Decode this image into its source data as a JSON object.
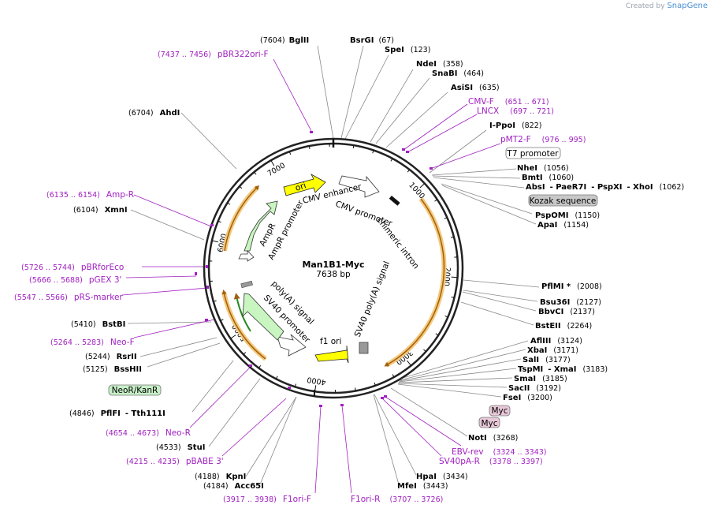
{
  "credit": {
    "prefix": "Created by",
    "brand": "SnapGene"
  },
  "plasmid": {
    "name": "Man1B1-Myc",
    "size": "7638 bp"
  },
  "scale_ticks": [
    "1000",
    "2000",
    "3000",
    "4000",
    "5000",
    "6000",
    "7000"
  ],
  "enzymes": [
    {
      "name": "BglII",
      "pos": "(7604)"
    },
    {
      "name": "BsrGI",
      "pos": "(67)"
    },
    {
      "name": "SpeI",
      "pos": "(123)"
    },
    {
      "name": "NdeI",
      "pos": "(358)"
    },
    {
      "name": "SnaBI",
      "pos": "(464)"
    },
    {
      "name": "AsiSI",
      "pos": "(635)"
    },
    {
      "name": "I-PpoI",
      "pos": "(822)"
    },
    {
      "name": "NheI",
      "pos": "(1056)"
    },
    {
      "name": "BmtI",
      "pos": "(1060)"
    },
    {
      "name": "AbsI",
      "pos": ""
    },
    {
      "name": "- PaeR7I",
      "pos": ""
    },
    {
      "name": "- PspXI",
      "pos": ""
    },
    {
      "name": "- XhoI",
      "pos": "(1062)"
    },
    {
      "name": "PspOMI",
      "pos": "(1150)"
    },
    {
      "name": "ApaI",
      "pos": "(1154)"
    },
    {
      "name": "PflMI *",
      "pos": "(2008)"
    },
    {
      "name": "Bsu36I",
      "pos": "(2127)"
    },
    {
      "name": "BbvCI",
      "pos": "(2137)"
    },
    {
      "name": "BstEII",
      "pos": "(2264)"
    },
    {
      "name": "AflIII",
      "pos": "(3124)"
    },
    {
      "name": "XbaI",
      "pos": "(3171)"
    },
    {
      "name": "SalI",
      "pos": "(3177)"
    },
    {
      "name": "TspMI",
      "pos": ""
    },
    {
      "name": "- XmaI",
      "pos": "(3183)"
    },
    {
      "name": "SmaI",
      "pos": "(3185)"
    },
    {
      "name": "SacII",
      "pos": "(3192)"
    },
    {
      "name": "FseI",
      "pos": "(3200)"
    },
    {
      "name": "NotI",
      "pos": "(3268)"
    },
    {
      "name": "HpaI",
      "pos": "(3434)"
    },
    {
      "name": "MfeI",
      "pos": "(3443)"
    },
    {
      "name": "KpnI",
      "pos": "(4188)"
    },
    {
      "name": "Acc65I",
      "pos": "(4184)"
    },
    {
      "name": "StuI",
      "pos": "(4533)"
    },
    {
      "name": "PflFI",
      "pos": "(4846)"
    },
    {
      "name": "- Tth111I",
      "pos": ""
    },
    {
      "name": "BssHII",
      "pos": "(5125)"
    },
    {
      "name": "RsrII",
      "pos": "(5244)"
    },
    {
      "name": "BstBI",
      "pos": "(5410)"
    },
    {
      "name": "XmnI",
      "pos": "(6104)"
    },
    {
      "name": "AhdI",
      "pos": "(6704)"
    }
  ],
  "primers": [
    {
      "name": "pBR322ori-F",
      "range": "(7437 .. 7456)"
    },
    {
      "name": "CMV-F",
      "range": "(651 .. 671)"
    },
    {
      "name": "LNCX",
      "range": "(697 .. 721)"
    },
    {
      "name": "pMT2-F",
      "range": "(976 .. 995)"
    },
    {
      "name": "EBV-rev",
      "range": "(3324 .. 3343)"
    },
    {
      "name": "SV40pA-R",
      "range": "(3378 .. 3397)"
    },
    {
      "name": "F1ori-R",
      "range": "(3707 .. 3726)"
    },
    {
      "name": "F1ori-F",
      "range": "(3917 .. 3938)"
    },
    {
      "name": "pBABE 3'",
      "range": "(4215 .. 4235)"
    },
    {
      "name": "Neo-R",
      "range": "(4654 .. 4673)"
    },
    {
      "name": "Neo-F",
      "range": "(5264 .. 5283)"
    },
    {
      "name": "pRS-marker",
      "range": "(5547 .. 5566)"
    },
    {
      "name": "pGEX 3'",
      "range": "(5666 .. 5688)"
    },
    {
      "name": "pBRforEco",
      "range": "(5726 .. 5744)"
    },
    {
      "name": "Amp-R",
      "range": "(6135 .. 6154)"
    }
  ],
  "boxed_features": [
    {
      "label": "T7 promoter",
      "color": "#ffffff"
    },
    {
      "label": "Kozak sequence",
      "color": "#c8c8c8"
    },
    {
      "label": "Myc",
      "color": "#e8c8d8"
    },
    {
      "label": "Myc",
      "color": "#e8c8d8"
    },
    {
      "label": "NeoR/KanR",
      "color": "#c8f0c8"
    }
  ],
  "inner_features": [
    "ori",
    "CMV enhancer",
    "CMV promoter",
    "chimeric intron",
    "SV40 poly(A) signal",
    "f1 ori",
    "SV40 promoter",
    "poly(A) signal",
    "AmpR",
    "AmpR promoter"
  ],
  "colors": {
    "primer": "#a020c0",
    "ori": "#ffff00",
    "ampr": "#c8f5c0",
    "orf_highlight": "#f5c87a",
    "orf_line": "#a06010"
  }
}
